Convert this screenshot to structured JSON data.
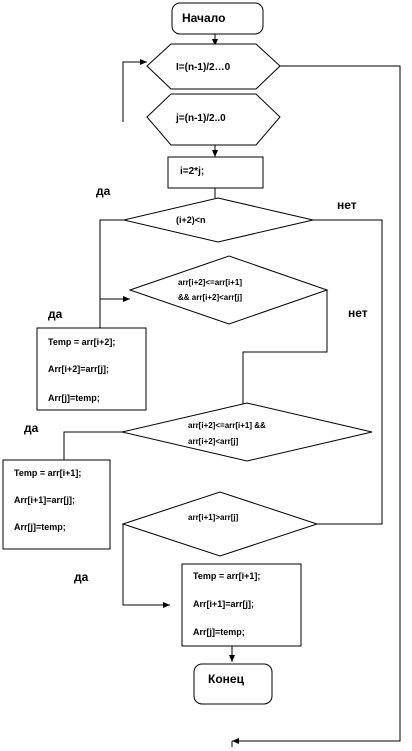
{
  "start": "Начало",
  "end": "Конец",
  "loop_i": "I=(n-1)/2…0",
  "loop_j": "j=(n-1)/2..0",
  "assign_i": "i=2*j;",
  "cond1": "(i+2)<n",
  "cond2": [
    "arr[i+2]<=arr[i+1]",
    "&& arr[i+2]<arr[j]"
  ],
  "cond3": [
    "arr[i+2]<=arr[i+1] &&",
    "arr[i+2]<arr[j]"
  ],
  "cond4": "arr[i+1]>arr[j]",
  "box_a": [
    "Temp = arr[i+2];",
    "Arr[i+2]=arr[j];",
    "Arr[j]=temp;"
  ],
  "box_b": [
    "Temp = arr[i+1];",
    "Arr[i+1]=arr[j];",
    "Arr[j]=temp;"
  ],
  "box_c": [
    "Temp = arr[i+1];",
    "Arr[i+1]=arr[j];",
    "Arr[j]=temp;"
  ],
  "yes": "да",
  "no": "нет"
}
